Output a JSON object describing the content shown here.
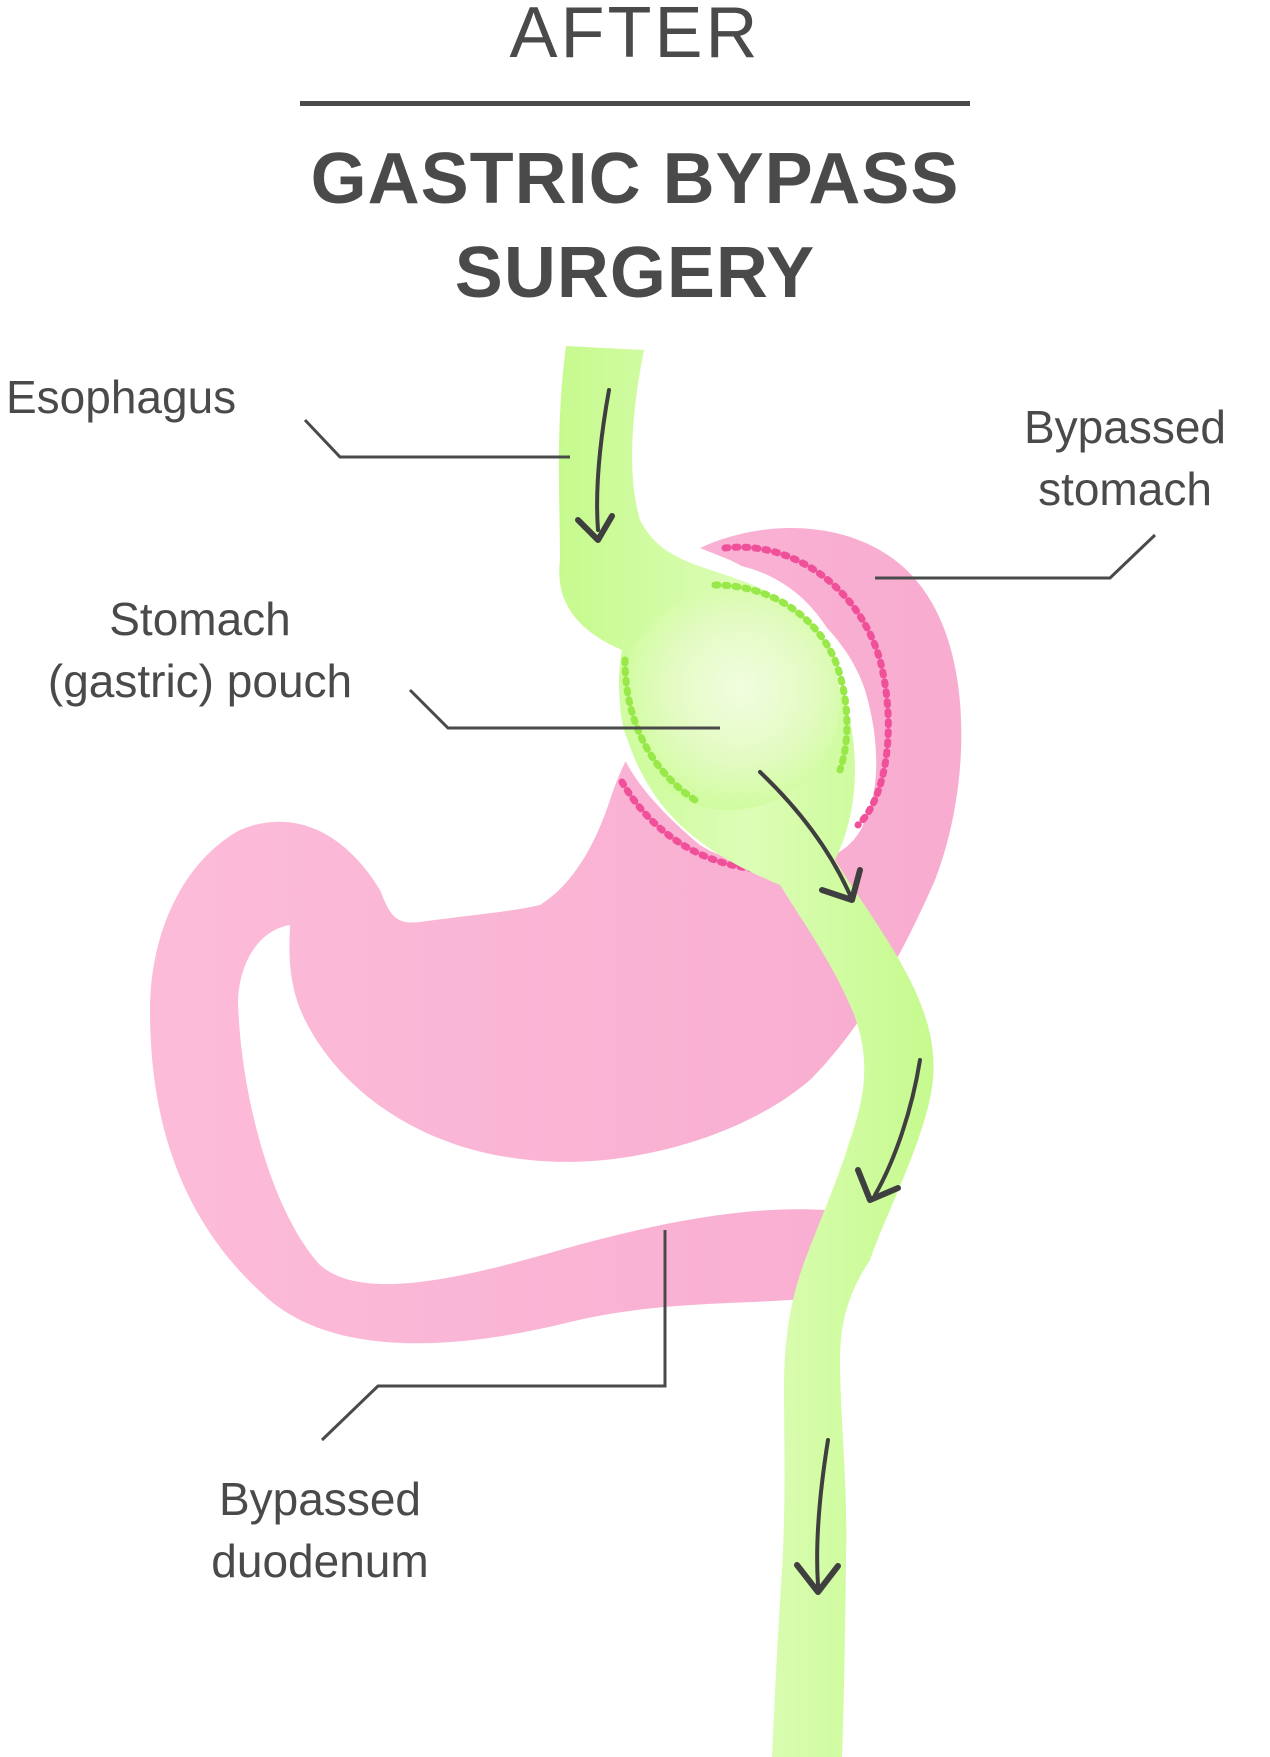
{
  "header": {
    "state": "AFTER",
    "title_line1": "GASTRIC BYPASS",
    "title_line2": "SURGERY"
  },
  "labels": {
    "esophagus": "Esophagus",
    "bypassed_stomach_line1": "Bypassed",
    "bypassed_stomach_line2": "stomach",
    "pouch_line1": "Stomach",
    "pouch_line2": "(gastric) pouch",
    "duodenum_line1": "Bypassed",
    "duodenum_line2": "duodenum"
  },
  "colors": {
    "text": "#4a4a4a",
    "stomach_pink": "#fbb6d6",
    "staple_pink": "#f0509a",
    "intestine_green": "#ccfc98",
    "pouch_highlight": "#f1fde0",
    "staple_green": "#99e84a",
    "arrow": "#3f3f3f"
  }
}
